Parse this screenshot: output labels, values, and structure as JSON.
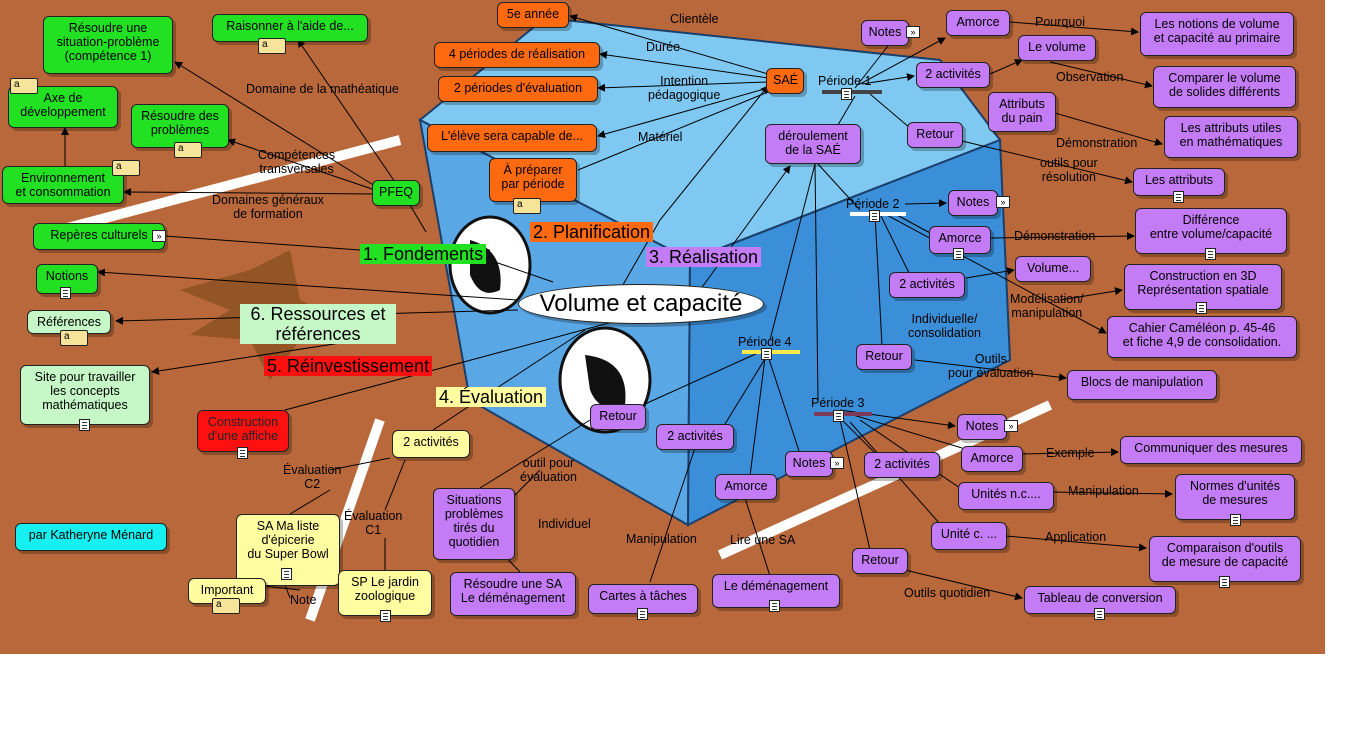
{
  "map": {
    "center": "Volume et capacité",
    "author": "par Katheryne Ménard",
    "categories": {
      "fondements": "1. Fondements",
      "planification": "2. Planification",
      "realisation": "3. Réalisation",
      "evaluation": "4. Évaluation",
      "reinvestissement": "5. Réinvestissement",
      "ressources": "6. Ressources et\nréférences"
    },
    "fondements": {
      "pfeq": "PFEQ",
      "resoudre_situation": "Résoudre une\nsituation-problème\n(compétence 1)",
      "raisonner": "Raisonner à l'aide de...",
      "axe": "Axe de\ndéveloppement",
      "resoudre_problemes": "Résoudre des\nproblèmes",
      "environnement": "Environnement\net consommation",
      "reperes": "Repères culturels",
      "notions": "Notions",
      "lbl_domaine_math": "Domaine de la mathéatique",
      "lbl_competences": "Compétences\ntransversales",
      "lbl_domaines_gen": "Domaines généraux\nde formation"
    },
    "planification": {
      "sae": "SAÉ",
      "annee": "5e année",
      "periodes_real": "4 périodes de réalisation",
      "periodes_eval": "2 périodes d'évaluation",
      "eleve": "L'élève sera capable de...",
      "preparer": "À préparer\npar période",
      "lbl_clientele": "Clientèle",
      "lbl_duree": "Durée",
      "lbl_intention": "Intention\npédagogique",
      "lbl_materiel": "Matériel"
    },
    "realisation": {
      "deroulement": "déroulement\nde la SAÉ",
      "periode1": "Période 1",
      "periode2": "Période 2",
      "periode3": "Période 3",
      "periode4": "Période 4",
      "notes": "Notes",
      "amorce": "Amorce",
      "deux_activites": "2 activités",
      "retour": "Retour",
      "le_volume": "Le volume",
      "attributs_pain": "Attributs\ndu pain",
      "notions_primaire": "Les notions de volume\net capacité au primaire",
      "comparer_volume": "Comparer le volume\nde solides différents",
      "attributs_utiles": "Les attributs utiles\nen mathématiques",
      "les_attributs": "Les attributs",
      "difference": "Différence\nentre volume/capacité",
      "volume_dots": "Volume...",
      "construction_3d": "Construction en 3D\nReprésentation spatiale",
      "cahier": "Cahier Caméléon p. 45-46\net fiche 4,9 de consolidation.",
      "blocs": "Blocs de manipulation",
      "communiquer": "Communiquer des mesures",
      "unites_nc": "Unités n.c....",
      "normes": "Normes d'unités\nde mesures",
      "unite_c": "Unité c. ...",
      "comparaison_outils": "Comparaison d'outils\nde mesure de capacité",
      "tableau_conversion": "Tableau de conversion",
      "cartes_taches": "Cartes à tâches",
      "demenagement": "Le déménagement",
      "situations": "Situations\nproblèmes\ntirés du\nquotidien",
      "resoudre_sa": "Résoudre une SA\nLe déménagement",
      "lbl_pourquoi": "Pourquoi",
      "lbl_observation": "Observation",
      "lbl_demonstration": "Démonstration",
      "lbl_outils_resolution": "outils pour\nrésolution",
      "lbl_modelisation": "Modélisation/\nmanipulation",
      "lbl_individuelle": "Individuelle/\nconsolidation",
      "lbl_outils_eval": "Outils\npour évaluation",
      "lbl_exemple": "Exemple",
      "lbl_manipulation": "Manipulation",
      "lbl_application": "Application",
      "lbl_outils_quotidien": "Outils quotidien",
      "lbl_lire_sa": "Lire une SA",
      "lbl_outil_eval": "outil pour\névaluation",
      "lbl_individuel": "Individuel"
    },
    "evaluation": {
      "deux_activites": "2 activités",
      "sa_liste": "SA Ma liste\nd'épicerie\ndu Super Bowl",
      "sp_jardin": "SP Le jardin\nzoologique",
      "important": "Important",
      "lbl_eval_c2": "Évaluation\nC2",
      "lbl_eval_c1": "Évaluation\nC1",
      "lbl_note": "Note"
    },
    "reinvestissement": {
      "affiche": "Construction\nd'une affiche"
    },
    "ressources": {
      "references": "Références",
      "site": "Site pour travailler\nles concepts\nmathématiques"
    }
  }
}
